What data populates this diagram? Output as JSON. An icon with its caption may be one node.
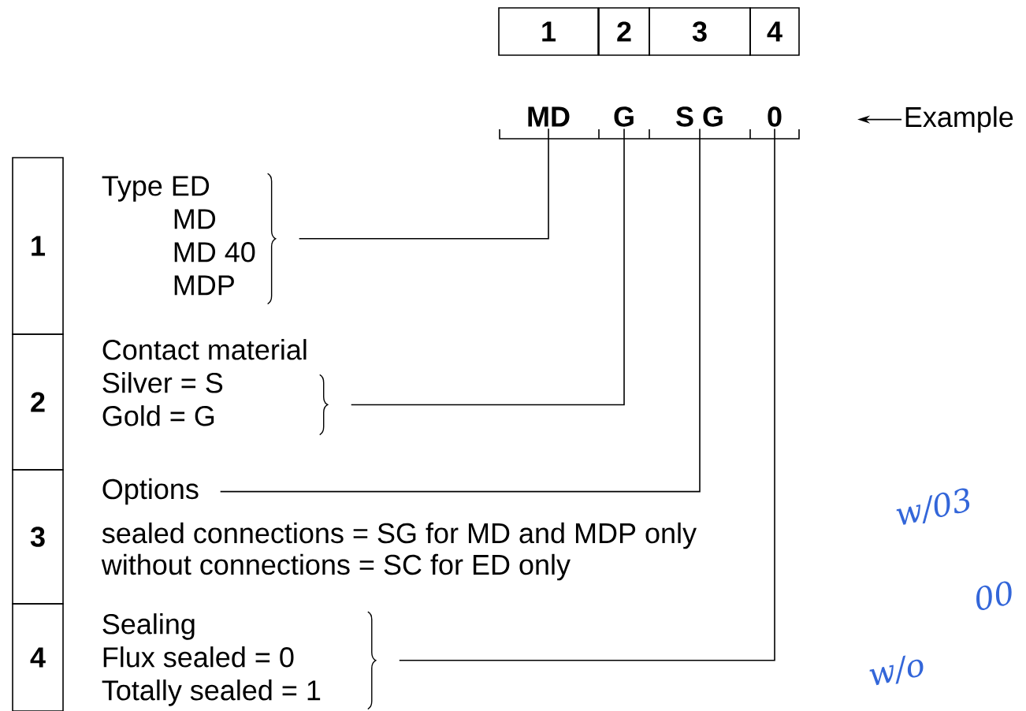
{
  "diagram": {
    "nodes": [
      {
        "text": [
          "1"
        ]
      },
      {
        "text": [
          "2"
        ]
      },
      {
        "text": [
          "3"
        ]
      },
      {
        "text": [
          "4"
        ]
      },
      {
        "text": [
          "MD"
        ]
      },
      {
        "text": [
          "G"
        ]
      },
      {
        "text": [
          "S G"
        ]
      },
      {
        "text": [
          "0"
        ]
      },
      {
        "text": [
          "1"
        ]
      },
      {
        "text": [
          "2"
        ]
      },
      {
        "text": [
          "3"
        ]
      },
      {
        "text": [
          "4"
        ]
      },
      {
        "text": [
          "Type ED",
          "MD",
          "MD 40",
          "MDP"
        ]
      },
      {
        "text": [
          "Contact material",
          "Silver = S",
          "Gold = G"
        ]
      },
      {
        "text": [
          "Options"
        ]
      },
      {
        "text": [
          "Sealing",
          "Flux sealed = 0",
          "Totally sealed = 1"
        ]
      },
      {
        "text": [
          "Example"
        ]
      }
    ],
    "edges": [
      {
        "from": 4,
        "to": 12,
        "arrow": "none"
      },
      {
        "from": 5,
        "to": 13,
        "arrow": "none"
      },
      {
        "from": 6,
        "to": 14,
        "arrow": "none"
      },
      {
        "from": 7,
        "to": 15,
        "arrow": "none"
      },
      {
        "from": 16,
        "to": null,
        "arrow": "to"
      }
    ],
    "labels": [
      "sealed connections = SG for MD and MDP only",
      "without connections = SC for ED only",
      "w/03",
      "w/o",
      "00"
    ]
  }
}
